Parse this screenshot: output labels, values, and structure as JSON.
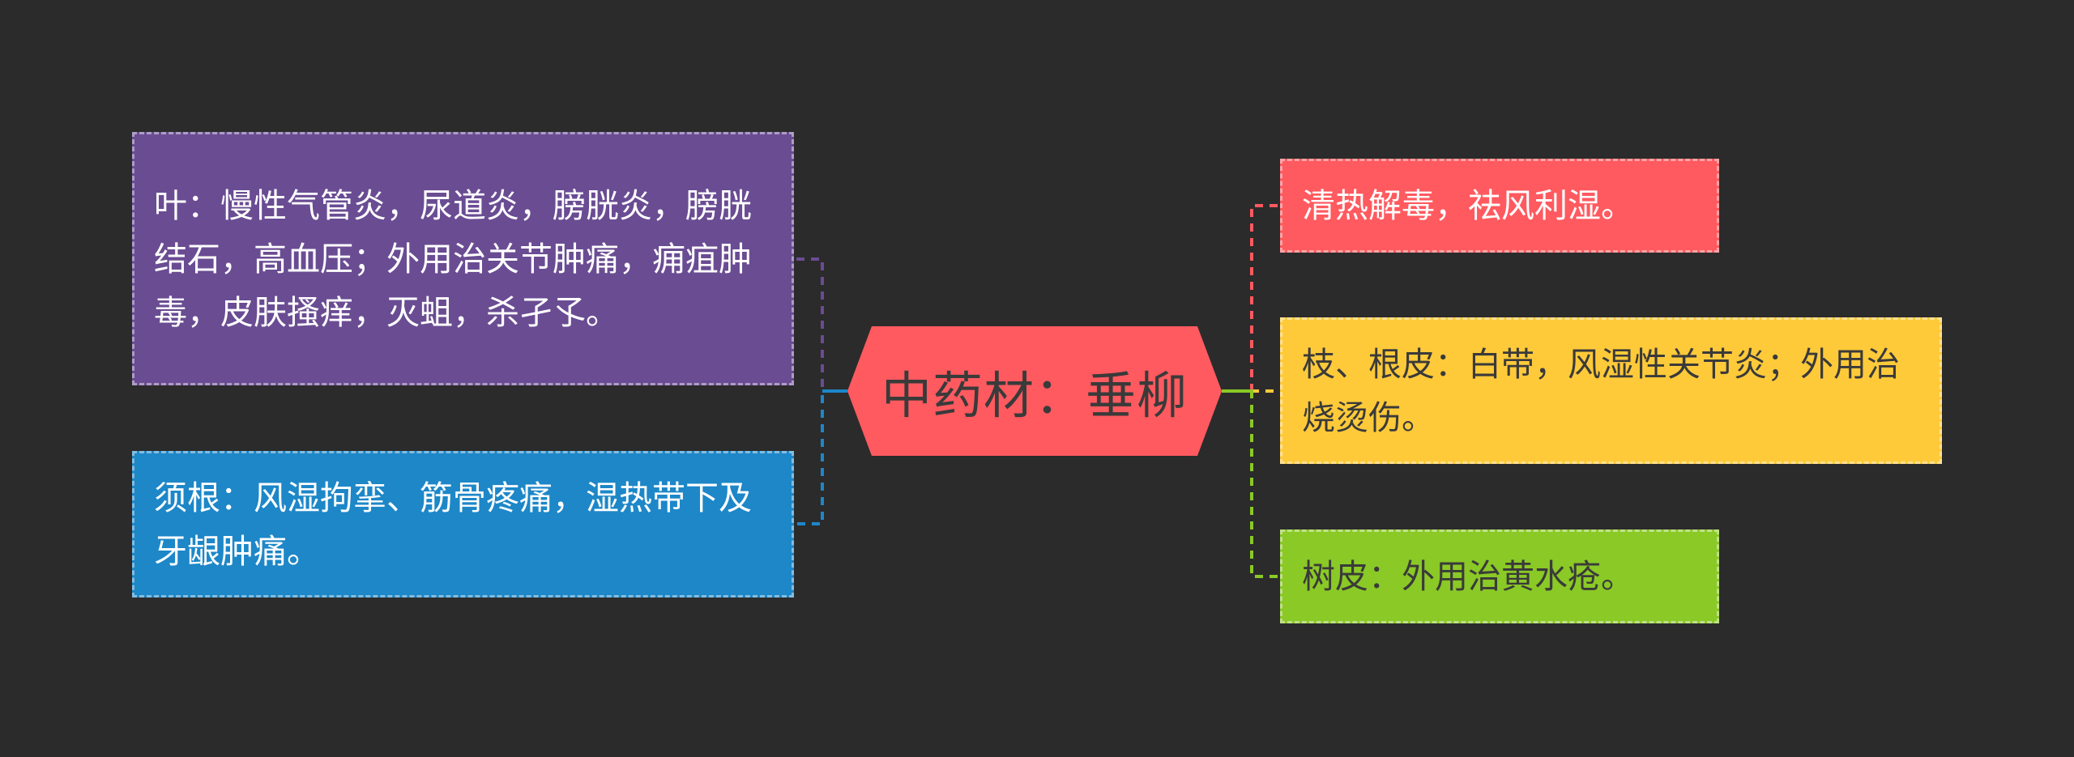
{
  "colors": {
    "background": "#2b2b2b",
    "center": "#ff5a5f",
    "purple": "#6a4c93",
    "blue": "#1d87c8",
    "red": "#ff5a5f",
    "yellow": "#ffca3a",
    "green": "#8ac926"
  },
  "center": {
    "label": "中药材：垂柳"
  },
  "left": [
    {
      "text": "叶：慢性气管炎，尿道炎，膀胱炎，膀胱结石，高血压；外用治关节肿痛，痈疽肿毒，皮肤搔痒，灭蛆，杀孑孓。"
    },
    {
      "text": "须根：风湿拘挛、筋骨疼痛，湿热带下及牙龈肿痛。"
    }
  ],
  "right": [
    {
      "text": "清热解毒，祛风利湿。"
    },
    {
      "text": "枝、根皮：白带，风湿性关节炎；外用治烧烫伤。"
    },
    {
      "text": "树皮：外用治黄水疮。"
    }
  ]
}
